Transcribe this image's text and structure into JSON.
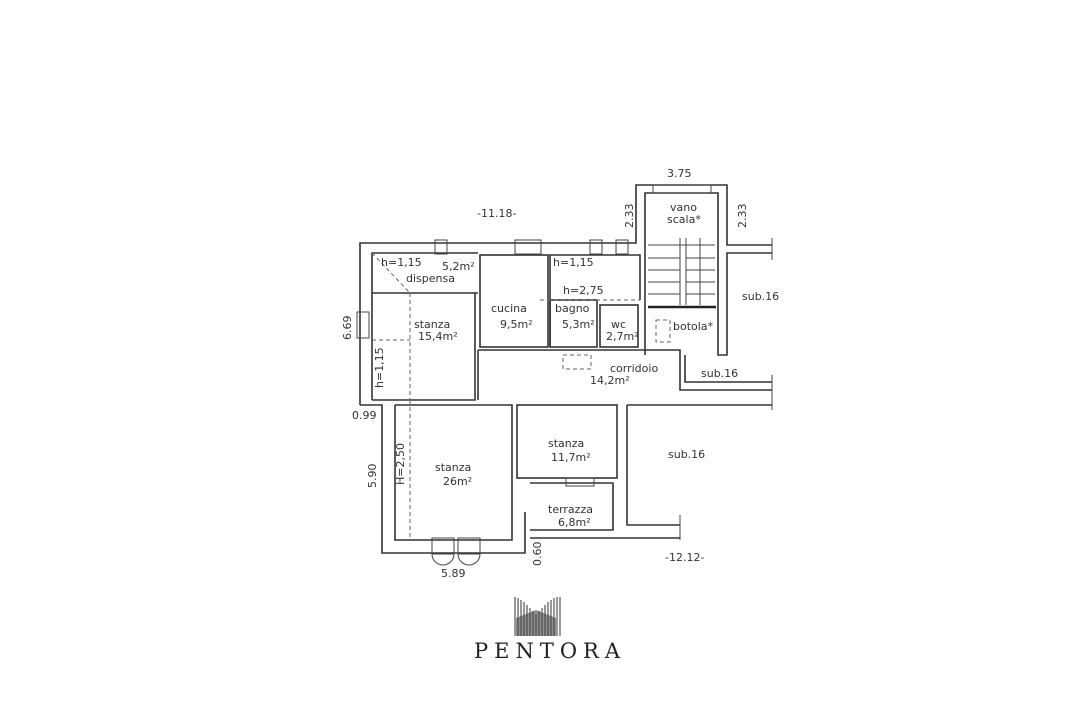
{
  "plan": {
    "rooms": {
      "dispensa": {
        "name": "dispensa",
        "area": "5,2m²",
        "height": "h=1,15"
      },
      "stanza_1": {
        "name": "stanza",
        "area": "15,4m²",
        "height": "h=1,15"
      },
      "cucina": {
        "name": "cucina",
        "area": "9,5m²"
      },
      "bagno": {
        "name": "bagno",
        "area": "5,3m²",
        "height_a": "h=1,15",
        "height_b": "h=2,75"
      },
      "wc": {
        "name": "wc",
        "area": "2,7m²"
      },
      "vano_scala": {
        "name_1": "vano",
        "name_2": "scala*"
      },
      "botola": {
        "name": "botola*"
      },
      "corridoio": {
        "name": "corridoio",
        "area": "14,2m²"
      },
      "stanza_2": {
        "name": "stanza",
        "area": "26m²",
        "height": "H=2,50"
      },
      "stanza_3": {
        "name": "stanza",
        "area": "11,7m²"
      },
      "terrazza": {
        "name": "terrazza",
        "area": "6,8m²"
      }
    },
    "neighbors": [
      "sub.16",
      "sub.16",
      "sub.16"
    ],
    "dimensions": {
      "top_width": "-11.18-",
      "stair_width": "3.75",
      "stair_left": "2.33",
      "stair_right": "2.33",
      "left_height": "6.69",
      "offset": "0.99",
      "lower_height": "5.90",
      "bottom_width": "5.89",
      "bottom_offset": "0.60",
      "right_width": "-12.12-"
    }
  },
  "brand": {
    "name": "PENTORA"
  }
}
